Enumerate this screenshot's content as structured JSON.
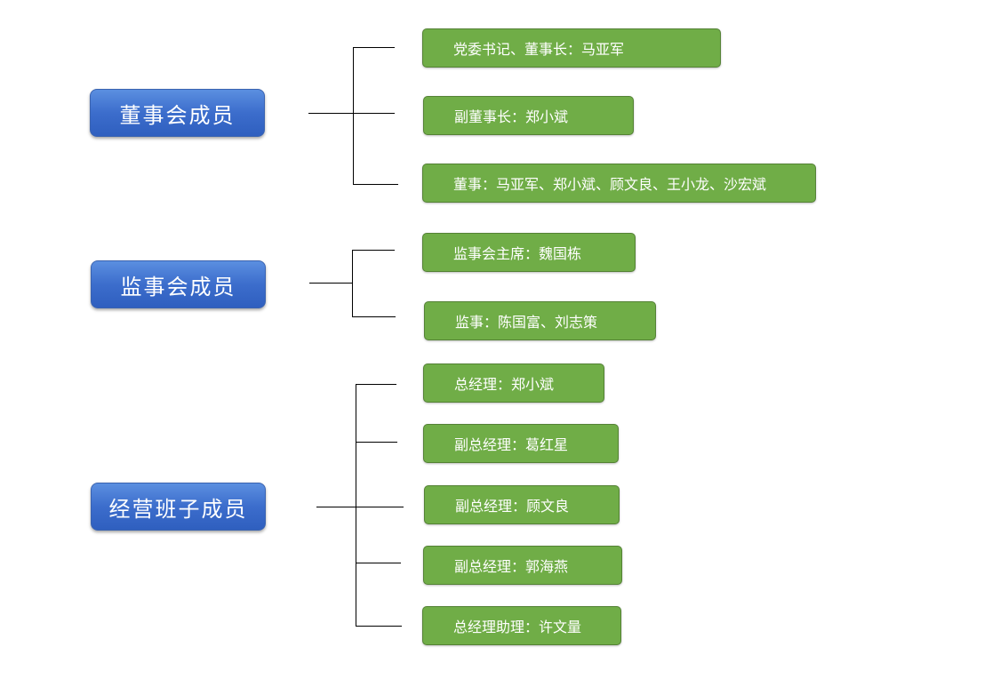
{
  "diagram": {
    "groups": [
      {
        "label": "董事会成员",
        "members": [
          "党委书记、董事长：马亚军",
          "副董事长：郑小斌",
          "董事：马亚军、郑小斌、顾文良、王小龙、沙宏斌"
        ]
      },
      {
        "label": "监事会成员",
        "members": [
          "监事会主席：魏国栋",
          "监事：陈国富、刘志策"
        ]
      },
      {
        "label": "经营班子成员",
        "members": [
          "总经理：郑小斌",
          "副总经理：葛红星",
          "副总经理：顾文良",
          "副总经理：郭海燕",
          "总经理助理：许文量"
        ]
      }
    ],
    "colors": {
      "group_box": "#3c6dcc",
      "member_box": "#70ad47",
      "connector": "#000000",
      "text": "#ffffff"
    }
  }
}
